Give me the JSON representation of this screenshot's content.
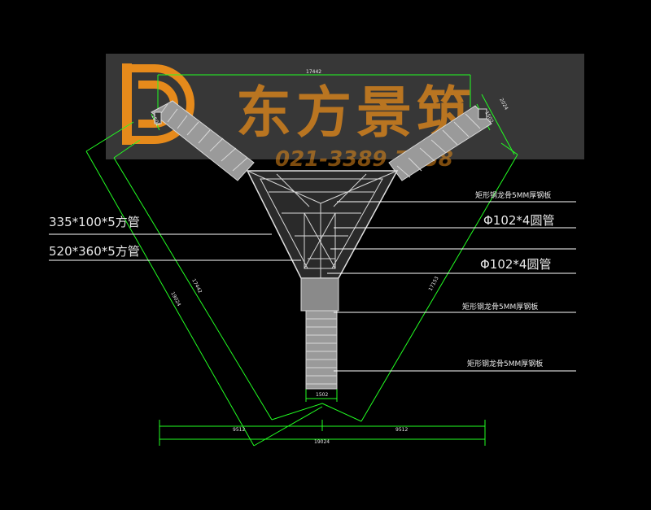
{
  "watermark": {
    "brand_text": "东方景筑",
    "phone_text": "021-3389 7758",
    "color": "#ff9a1e",
    "plate_color": "#4a4a4a"
  },
  "colors": {
    "background": "#000000",
    "dimension_line": "#22ff22",
    "structure": "#d8d8d8",
    "leader_line": "#ffffff"
  },
  "labels": {
    "left_square_tube_1": "335*100*5方管",
    "left_square_tube_2": "520*360*5方管",
    "right_steel_plate_1": "矩形钢龙骨5MM厚钢板",
    "right_round_tube_1": "Φ102*4圆管",
    "right_round_tube_2": "Φ102*4圆管",
    "right_steel_plate_2": "矩形钢龙骨5MM厚钢板",
    "right_steel_plate_3": "矩形钢龙骨5MM厚钢板"
  },
  "dimensions": {
    "top_span": "17442",
    "top_right_end_width": "2024",
    "top_right_end_depth": "1502",
    "top_left_end_width": "1502",
    "left_outer_side": "19024",
    "left_inner_side": "17442",
    "right_side": "17153",
    "bottom_stem_width": "1502",
    "bottom_left_half": "9512",
    "bottom_right_half": "9512",
    "bottom_total": "19024"
  }
}
